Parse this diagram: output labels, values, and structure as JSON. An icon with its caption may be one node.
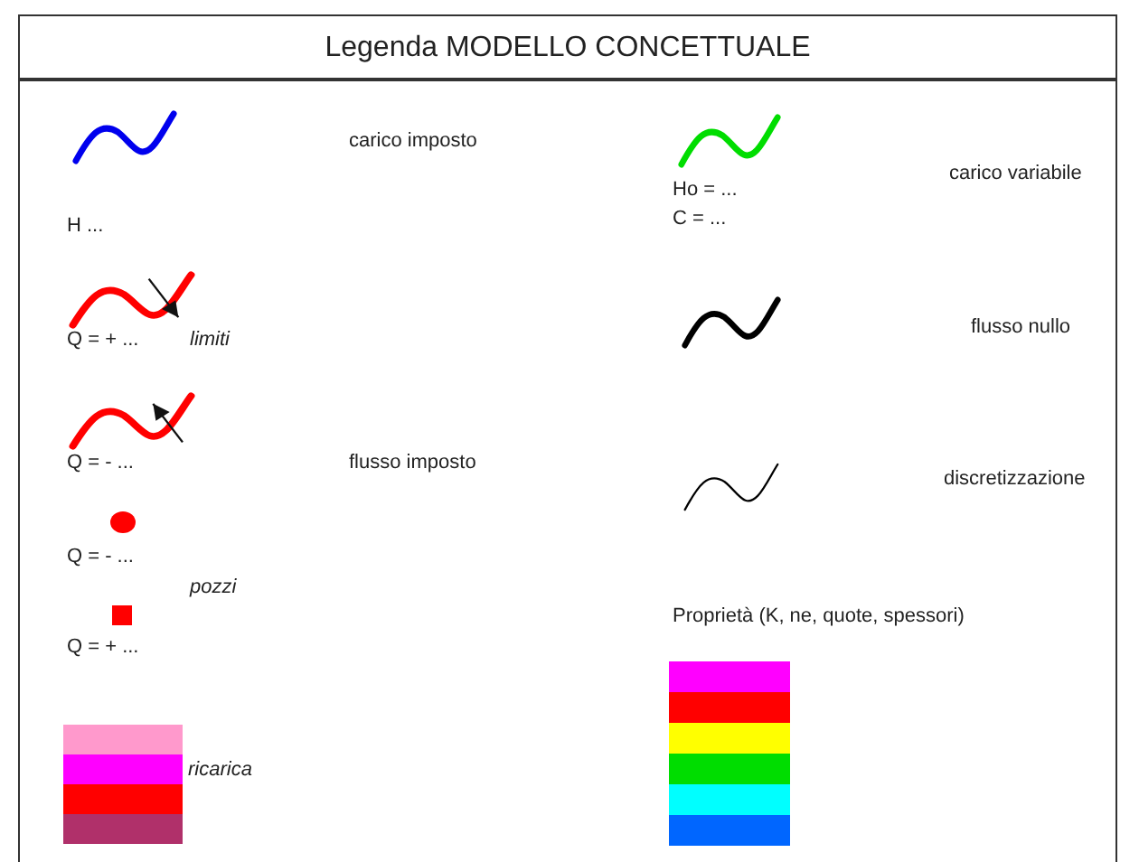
{
  "diagram": {
    "title": "Legenda MODELLO CONCETTUALE",
    "labels": [
      "H ...",
      "Q = + ...",
      "Q = - ...",
      "Q = - ...",
      "Q = + ...",
      "Ho = ...",
      "C = ..."
    ],
    "legend": [
      {
        "text": "carico imposto"
      },
      {
        "text": "limiti"
      },
      {
        "text": "flusso imposto"
      },
      {
        "text": "pozzi"
      },
      {
        "text": "ricarica"
      },
      {
        "text": "carico variabile"
      },
      {
        "text": "flusso nullo"
      },
      {
        "text": "discretizzazione"
      },
      {
        "text": "Proprietà (K, ne, quote, spessori)"
      }
    ]
  }
}
